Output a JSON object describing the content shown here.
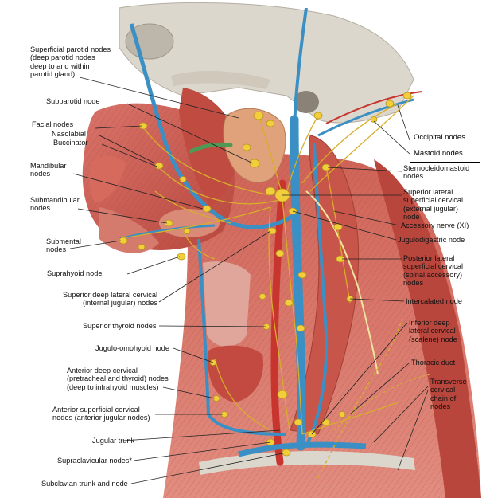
{
  "labels": {
    "superficial_parotid": "Superficial parotid nodes\n(deep parotid nodes\ndeep to and within\nparotid gland)",
    "subparotid": "Subparotid node",
    "facial": "Facial nodes",
    "nasolabial": "Nasolabial",
    "buccinator": "Buccinator",
    "mandibular": "Mandibular\nnodes",
    "submandibular": "Submandibular\nnodes",
    "submental": "Submental\nnodes",
    "suprahyoid": "Suprahyoid node",
    "superior_deep_lateral": "Superior deep lateral cervical\n(internal jugular) nodes",
    "superior_thyroid": "Superior thyroid nodes",
    "jugulo_omohyoid": "Jugulo-omohyoid node",
    "anterior_deep": "Anterior deep cervical\n(pretracheal and thyroid) nodes\n(deep to infrahyoid muscles)",
    "anterior_superficial": "Anterior superficial cervical\nnodes (anterior jugular nodes)",
    "jugular_trunk": "Jugular trunk",
    "supraclavicular": "Supraclavicular nodes*",
    "subclavian": "Subclavian trunk and node",
    "occipital": "Occipital nodes",
    "mastoid": "Mastoid nodes",
    "sternocleidomastoid": "Sternocleidomastoid\nnodes",
    "superior_lateral_superficial": "Superior lateral\nsuperficial cervical\n(external jugular)\nnode",
    "accessory_nerve": "Accessory nerve (XI)",
    "jugulodigastric": "Jugulodigastric node",
    "posterior_lateral": "Posterior lateral\nsuperficial cervical\n(spinal accessory)\nnodes",
    "intercalated": "Intercalated node",
    "inferior_deep": "Inferior deep\nlateral cervical\n(scalene) node",
    "thoracic_duct": "Thoracic duct",
    "transverse_cervical": "Transverse\ncervical\nchain of\nnodes"
  },
  "colors": {
    "muscle": "#c9574c",
    "muscle_light": "#df8f84",
    "bone": "#dcd7cd",
    "vein": "#3a8fc4",
    "artery": "#c8352e",
    "node": "#f2cf3a",
    "lymph_vessel": "#d8ad2a",
    "leader": "#222222",
    "gland": "#e0a27a"
  }
}
